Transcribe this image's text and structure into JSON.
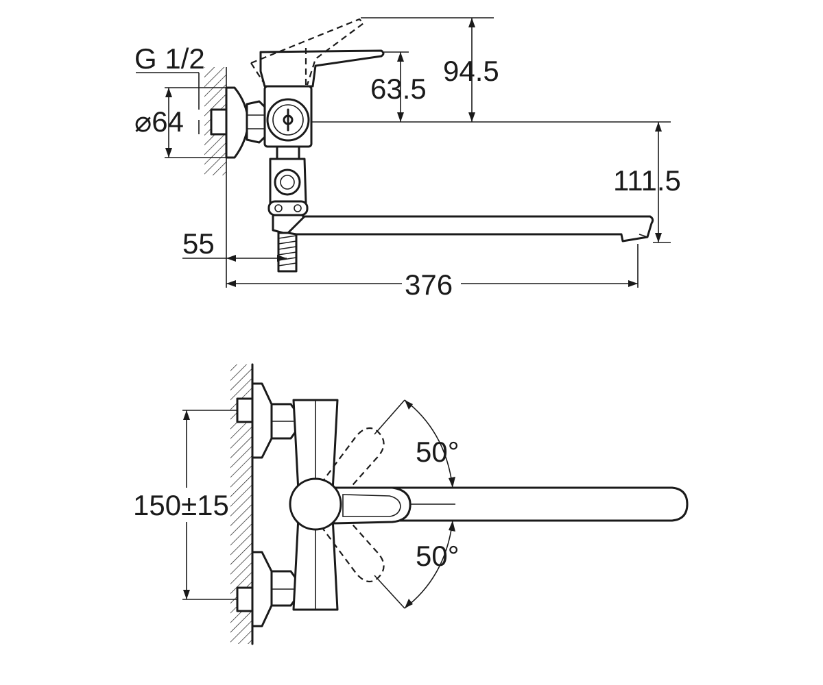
{
  "colors": {
    "line": "#1a1a1a",
    "background": "#ffffff"
  },
  "side_view": {
    "thread_label": "G 1/2",
    "flange_diameter_label": "⌀64",
    "handle_height_max_label": "94.5",
    "handle_height_label": "63.5",
    "spout_drop_label": "111.5",
    "wall_offset_label": "55",
    "spout_reach_label": "376"
  },
  "top_view": {
    "centers_label": "150±15",
    "angle_up_label": "50°",
    "angle_down_label": "50°"
  }
}
